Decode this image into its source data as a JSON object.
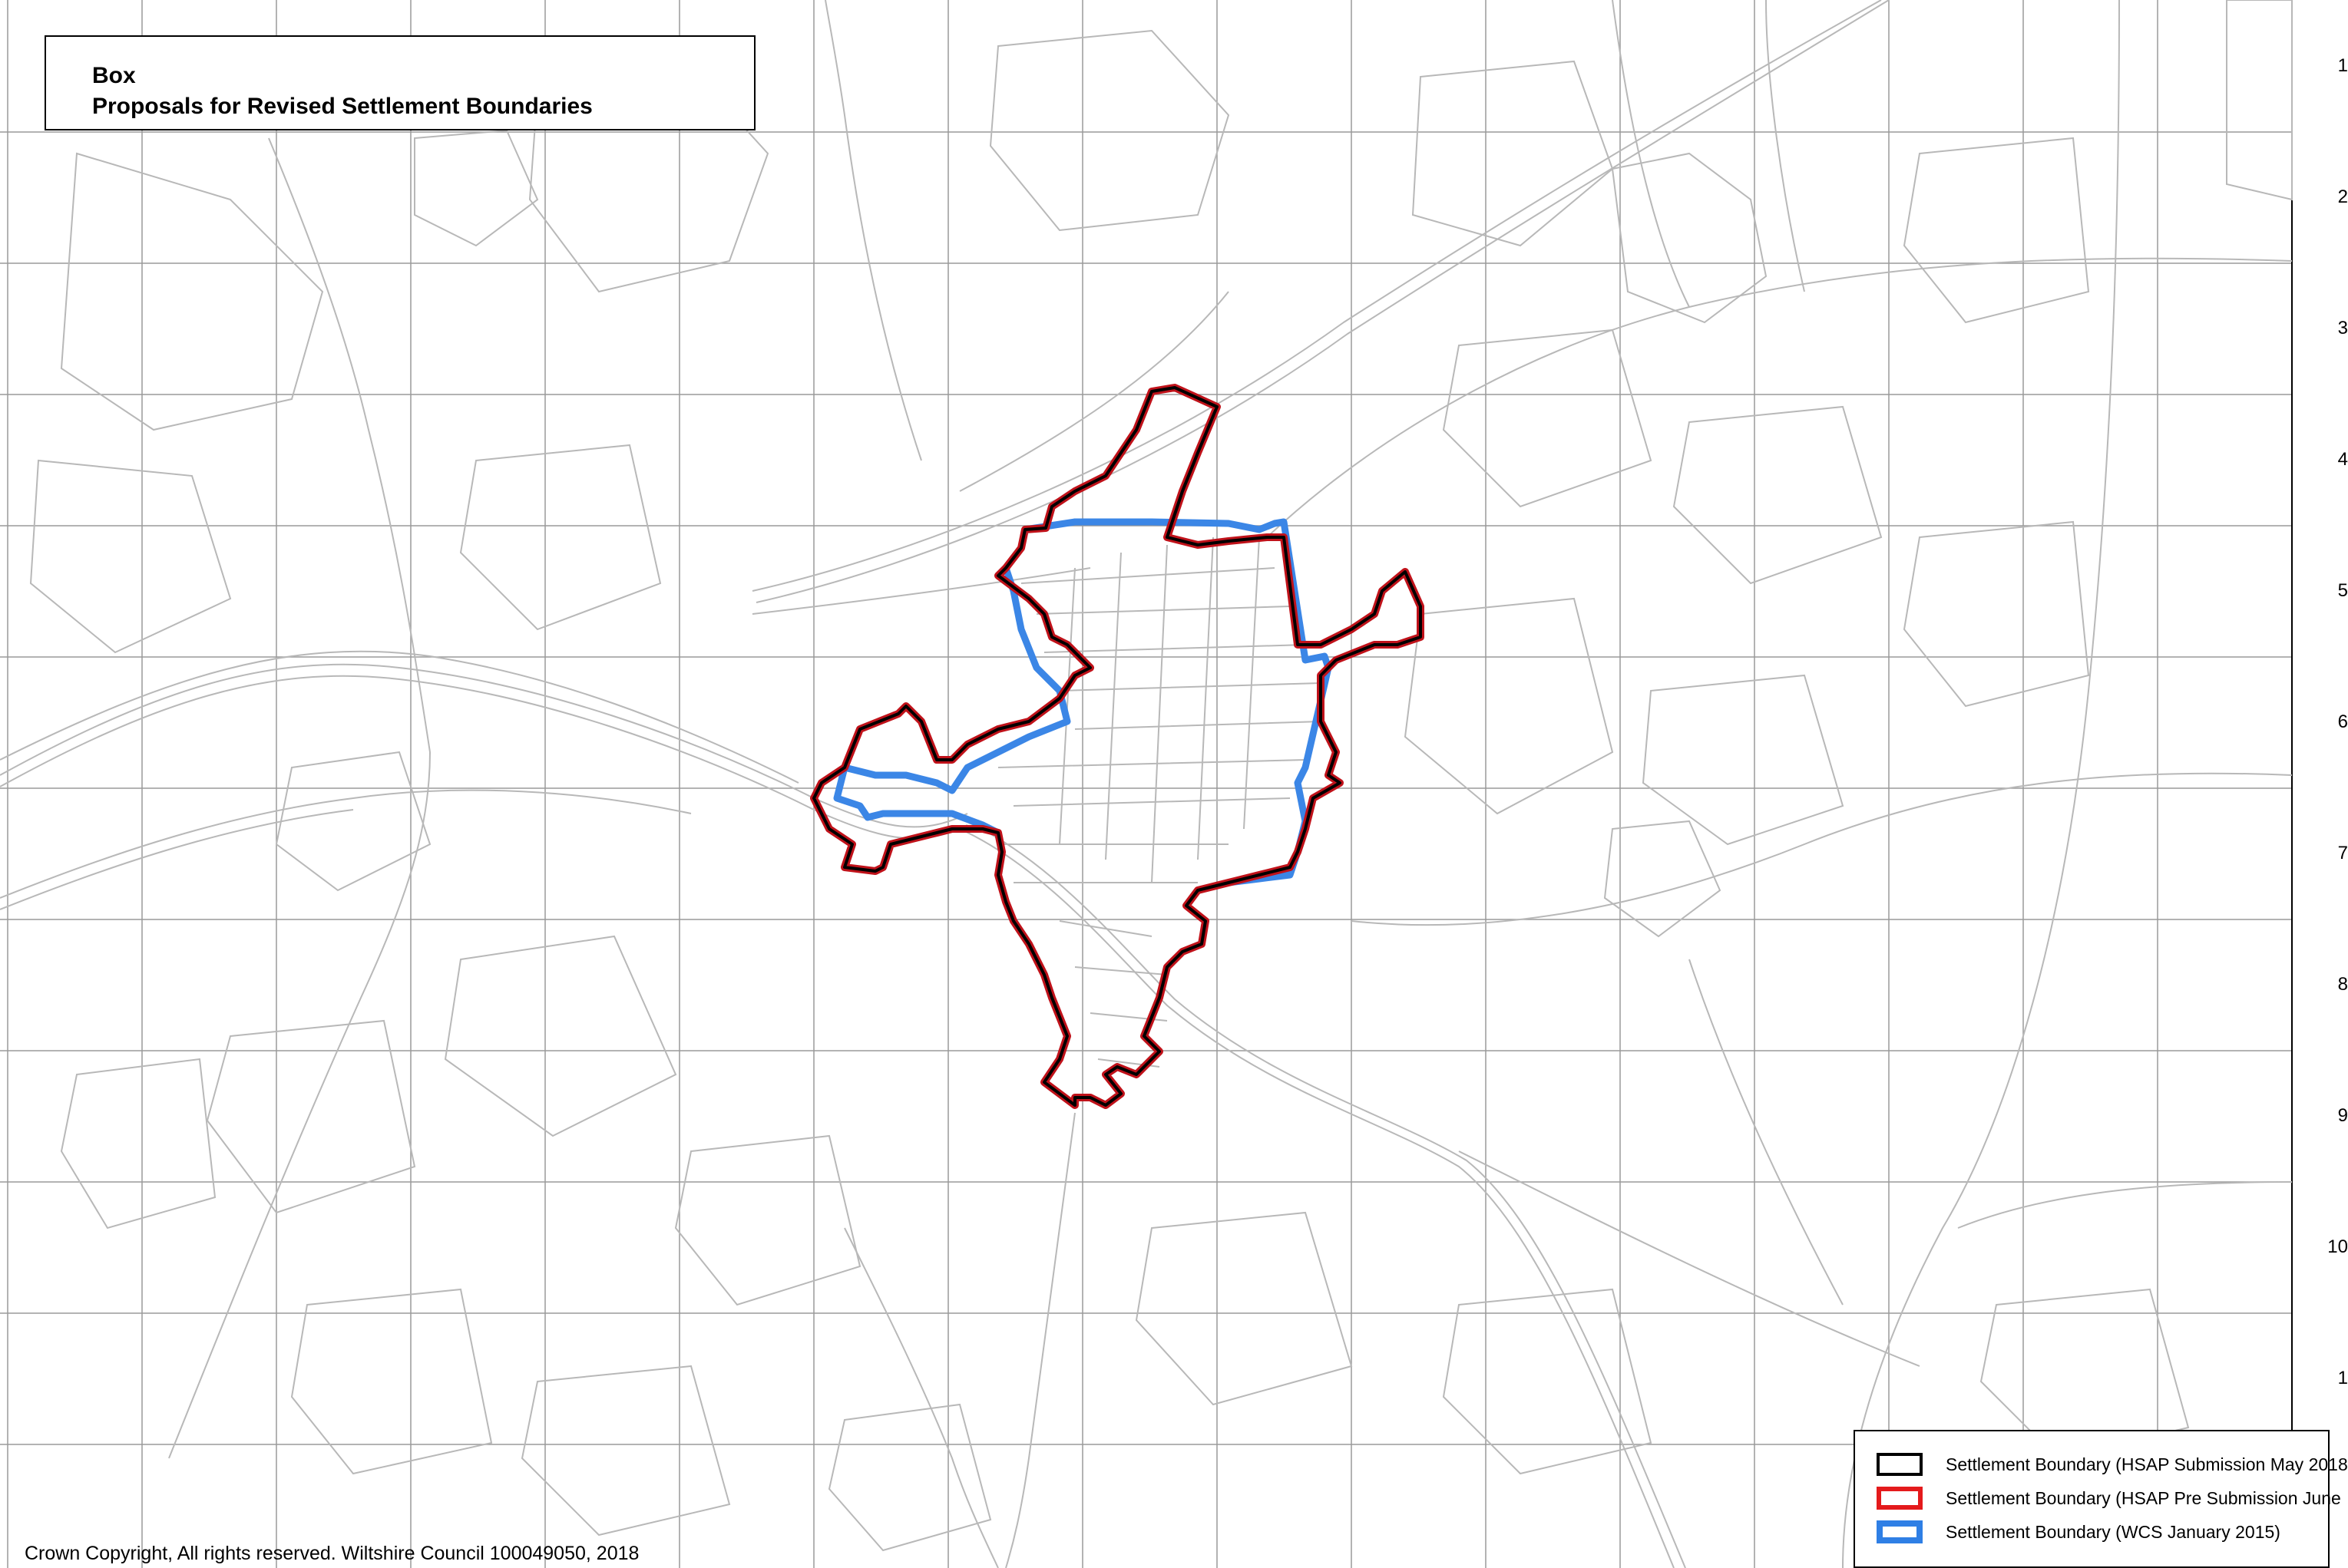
{
  "map": {
    "title": "Box",
    "subtitle": "Proposals for Revised Settlement Boundaries",
    "grid_labels": [
      "1",
      "2",
      "3",
      "4",
      "5",
      "6",
      "7",
      "8",
      "9",
      "10",
      "1"
    ],
    "legend": [
      {
        "label": "Settlement Boundary (HSAP Submission May 2018",
        "color": "#000000"
      },
      {
        "label": "Settlement Boundary (HSAP Pre Submission June",
        "color": "#e41a1c"
      },
      {
        "label": "Settlement Boundary (WCS January 2015)",
        "color": "#2f7fe5"
      }
    ],
    "copyright": "Crown Copyright, All rights reserved. Wiltshire Council 100049050, 2018"
  },
  "colors": {
    "base_lines": "#b8b8b8",
    "grid": "#9a9a9a",
    "hsap_submission": "#000000",
    "hsap_pre_submission": "#c0121a",
    "wcs_2015": "#3b86e6"
  }
}
